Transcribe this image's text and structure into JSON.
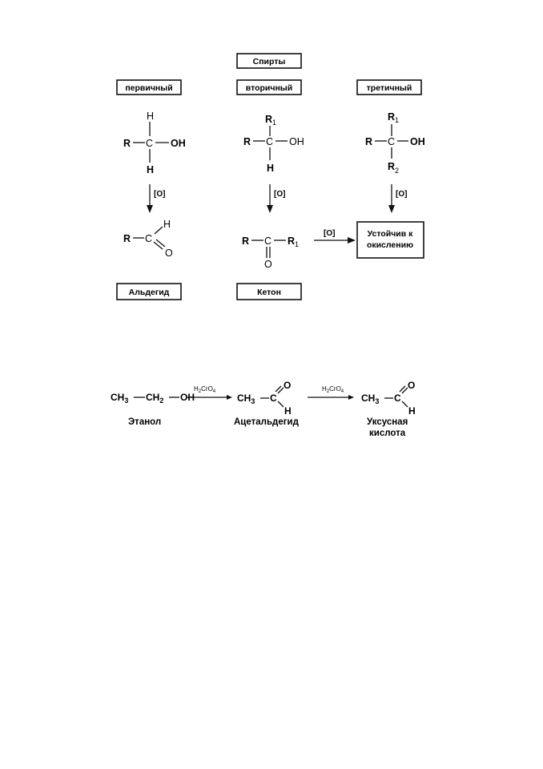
{
  "scheme": {
    "title": "Спирты",
    "classes": {
      "primary": "первичный",
      "secondary": "вторичный",
      "tertiary": "третичный"
    },
    "atoms": {
      "R": "R",
      "C": "C",
      "OH": "OH",
      "H": "H",
      "O": "O",
      "R1": "R",
      "R1_sub": "1",
      "R2": "R",
      "R2_sub": "2"
    },
    "oxidant": "[O]",
    "products": {
      "aldehyde": "Альдегид",
      "ketone": "Кетон",
      "stable_line1": "Устойчив к",
      "stable_line2": "окислению"
    }
  },
  "reaction": {
    "reagent": "H",
    "reagent_sub1": "2",
    "reagent_mid": "CrO",
    "reagent_sub2": "4",
    "ethanol_formula": {
      "ch": "CH",
      "s3": "3",
      "ch2": "CH",
      "s2": "2",
      "oh": "OH"
    },
    "acet_formula": {
      "ch": "CH",
      "s3": "3",
      "c": "C",
      "o": "O",
      "h": "H"
    },
    "acid_formula": {
      "ch": "CH",
      "s3": "3",
      "c": "C",
      "o": "O",
      "h": "H"
    },
    "names": {
      "ethanol": "Этанол",
      "acetaldehyde": "Ацетальдегид",
      "acid_line1": "Уксусная",
      "acid_line2": "кислота"
    }
  }
}
